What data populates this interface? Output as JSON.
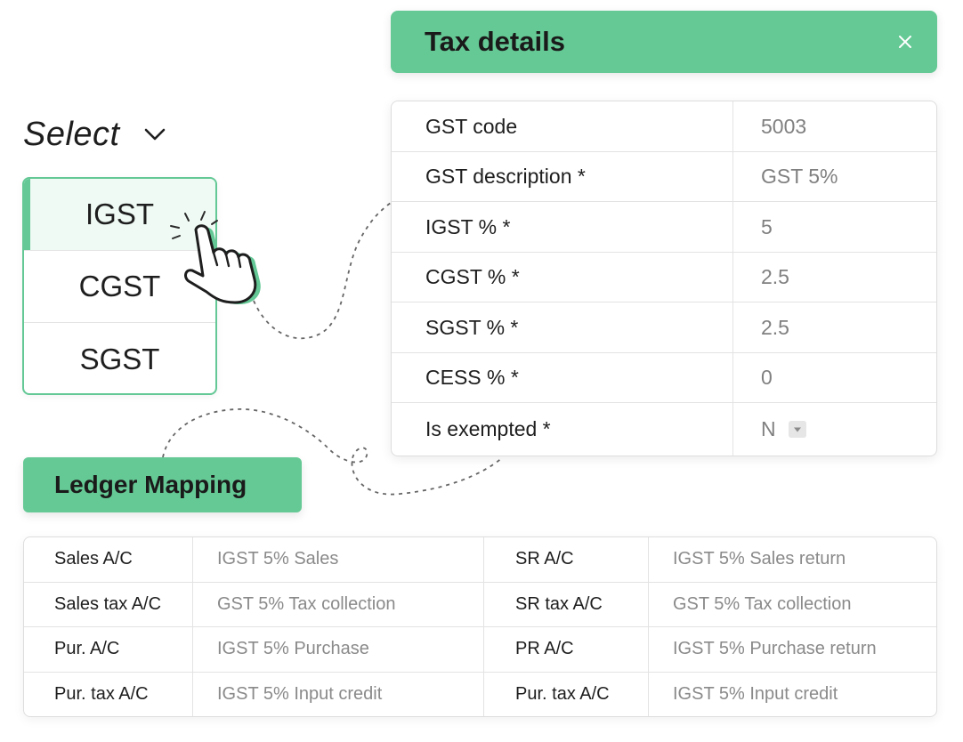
{
  "select": {
    "label": "Select"
  },
  "dropdown": {
    "items": [
      {
        "label": "IGST",
        "selected": true
      },
      {
        "label": "CGST",
        "selected": false
      },
      {
        "label": "SGST",
        "selected": false
      }
    ]
  },
  "tax_details": {
    "title": "Tax details",
    "rows": [
      {
        "label": "GST code",
        "value": "5003"
      },
      {
        "label": "GST description *",
        "value": "GST 5%"
      },
      {
        "label": "IGST % *",
        "value": "5"
      },
      {
        "label": "CGST % *",
        "value": "2.5"
      },
      {
        "label": "SGST % *",
        "value": "2.5"
      },
      {
        "label": "CESS % *",
        "value": "0"
      },
      {
        "label": "Is exempted *",
        "value": "N"
      }
    ]
  },
  "ledger_mapping": {
    "title": "Ledger Mapping",
    "rows": [
      {
        "k1": "Sales A/C",
        "v1": "IGST 5% Sales",
        "k2": "SR A/C",
        "v2": "IGST 5% Sales return"
      },
      {
        "k1": "Sales tax A/C",
        "v1": "GST 5% Tax collection",
        "k2": "SR tax A/C",
        "v2": "GST 5% Tax collection"
      },
      {
        "k1": "Pur. A/C",
        "v1": "IGST 5% Purchase",
        "k2": "PR A/C",
        "v2": "IGST 5% Purchase return"
      },
      {
        "k1": "Pur. tax A/C",
        "v1": "IGST 5% Input credit",
        "k2": "Pur. tax A/C",
        "v2": "IGST 5% Input credit"
      }
    ]
  },
  "colors": {
    "accent": "#65c995",
    "accent_light": "#eefaf3"
  },
  "icons": {
    "chevron": "chevron-down-icon",
    "close": "close-icon",
    "cursor": "hand-pointer-icon",
    "dropdown_arrow": "caret-down-icon"
  }
}
